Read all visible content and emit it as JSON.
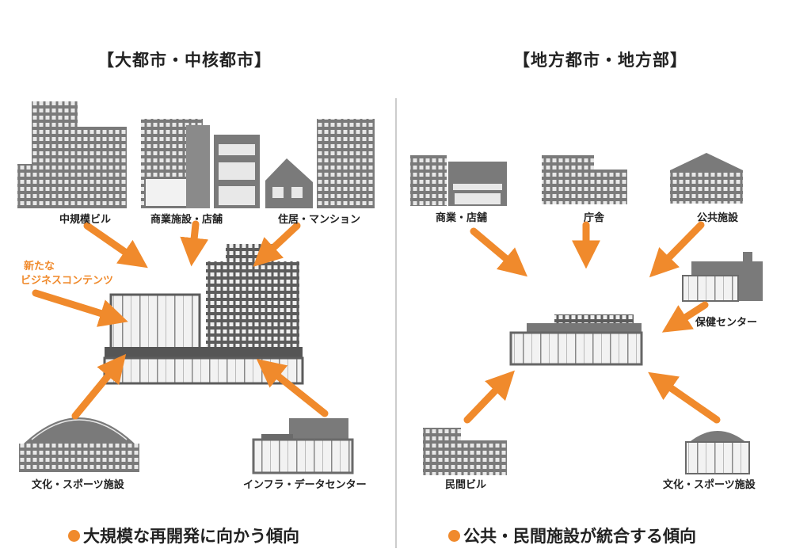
{
  "left": {
    "heading": "【大都市・中核都市】",
    "labels": {
      "mid_office": "中規模ビル",
      "commercial": "商業施設・店舗",
      "residence": "住居・マンション",
      "new_business_1": "新たな",
      "new_business_2": "ビジネスコンテンツ",
      "culture_sports": "文化・スポーツ施設",
      "infrastructure": "インフラ・データセンター"
    },
    "footer": "大規模な再開発に向かう傾向"
  },
  "right": {
    "heading": "【地方都市・地方部】",
    "labels": {
      "commercial": "商業・店舗",
      "government": "庁舎",
      "public": "公共施設",
      "health": "保健センター",
      "private_bldg": "民間ビル",
      "culture_sports": "文化・スポーツ施設"
    },
    "footer": "公共・民間施設が統合する傾向"
  },
  "colors": {
    "accent": "#f08a2c",
    "building": "#7a7a7a",
    "building_dark": "#555555",
    "divider": "#cccccc"
  }
}
